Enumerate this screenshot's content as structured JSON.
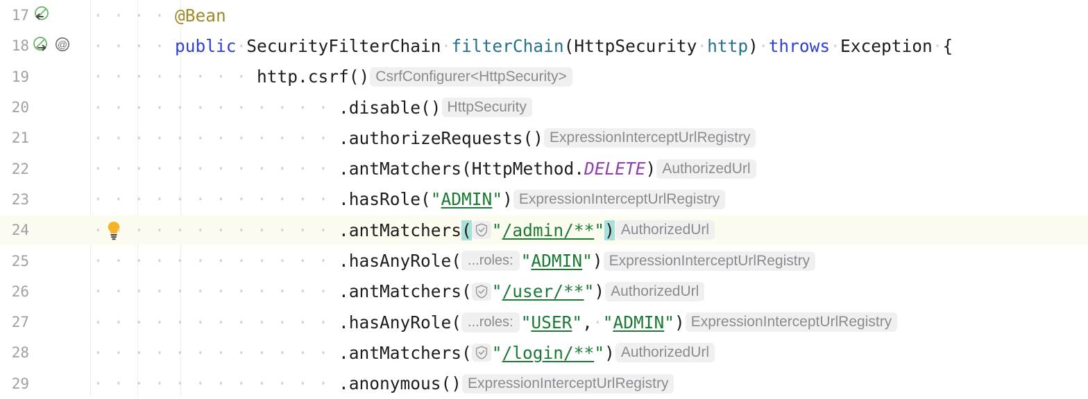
{
  "editor": {
    "colors": {
      "keyword": "#2d40d6",
      "annotation": "#9e8a28",
      "method": "#27708a",
      "string": "#1a7a33",
      "static_field": "#8f3fae",
      "inlay_text": "#8a8b8f",
      "inlay_bg": "#f0f0f1",
      "line_number": "#a0a0a4",
      "current_line_bg": "#fcfcf0",
      "matched_bracket_bg": "#a8e0da",
      "bulb": "#f5b426",
      "gutter_bean": "#4caf50"
    },
    "current_line": 24,
    "lines": [
      {
        "number": "17",
        "gutter_icons": [
          "bean-navigate-left-icon"
        ],
        "indent_dots": 4,
        "tokens": [
          {
            "t": "annotation",
            "v": "@Bean"
          }
        ]
      },
      {
        "number": "18",
        "gutter_icons": [
          "bean-navigate-right-icon",
          "annotation-at-icon"
        ],
        "indent_dots": 4,
        "tokens": [
          {
            "t": "keyword",
            "v": "public"
          },
          {
            "t": "ws",
            "v": "·"
          },
          {
            "t": "plain",
            "v": "SecurityFilterChain"
          },
          {
            "t": "ws",
            "v": "·"
          },
          {
            "t": "method",
            "v": "filterChain"
          },
          {
            "t": "plain",
            "v": "(HttpSecurity"
          },
          {
            "t": "ws",
            "v": "·"
          },
          {
            "t": "param",
            "v": "http"
          },
          {
            "t": "plain",
            "v": ")"
          },
          {
            "t": "ws",
            "v": "·"
          },
          {
            "t": "keyword",
            "v": "throws"
          },
          {
            "t": "ws",
            "v": "·"
          },
          {
            "t": "plain",
            "v": "Exception"
          },
          {
            "t": "ws",
            "v": "·"
          },
          {
            "t": "plain",
            "v": "{"
          }
        ]
      },
      {
        "number": "19",
        "gutter_icons": [],
        "indent_dots": 8,
        "tokens": [
          {
            "t": "plain",
            "v": "http.csrf()"
          },
          {
            "t": "hint",
            "v": "CsrfConfigurer<HttpSecurity>"
          }
        ]
      },
      {
        "number": "20",
        "gutter_icons": [],
        "indent_dots": 12,
        "tokens": [
          {
            "t": "plain",
            "v": ".disable()"
          },
          {
            "t": "hint",
            "v": "HttpSecurity"
          }
        ]
      },
      {
        "number": "21",
        "gutter_icons": [],
        "indent_dots": 12,
        "tokens": [
          {
            "t": "plain",
            "v": ".authorizeRequests()"
          },
          {
            "t": "hint",
            "v": "ExpressionInterceptUrlRegistry"
          }
        ]
      },
      {
        "number": "22",
        "gutter_icons": [],
        "indent_dots": 12,
        "tokens": [
          {
            "t": "plain",
            "v": ".antMatchers(HttpMethod."
          },
          {
            "t": "static_field",
            "v": "DELETE"
          },
          {
            "t": "plain",
            "v": ")"
          },
          {
            "t": "hint",
            "v": "AuthorizedUrl"
          }
        ]
      },
      {
        "number": "23",
        "gutter_icons": [],
        "indent_dots": 12,
        "tokens": [
          {
            "t": "plain",
            "v": ".hasRole("
          },
          {
            "t": "string_underlined",
            "v": "\"ADMIN\""
          },
          {
            "t": "plain",
            "v": ")"
          },
          {
            "t": "hint",
            "v": "ExpressionInterceptUrlRegistry"
          }
        ]
      },
      {
        "number": "24",
        "gutter_icons": [],
        "bulb": true,
        "indent_dots": 12,
        "tokens": [
          {
            "t": "plain",
            "v": ".antMatchers"
          },
          {
            "t": "matched_bracket",
            "v": "("
          },
          {
            "t": "shield",
            "v": "shield-check-icon"
          },
          {
            "t": "string_underlined",
            "v": "\"/admin/**\""
          },
          {
            "t": "matched_bracket",
            "v": ")"
          },
          {
            "t": "hint",
            "v": "AuthorizedUrl"
          }
        ]
      },
      {
        "number": "25",
        "gutter_icons": [],
        "indent_dots": 12,
        "tokens": [
          {
            "t": "plain",
            "v": ".hasAnyRole("
          },
          {
            "t": "param_hint",
            "v": "...roles:"
          },
          {
            "t": "string_underlined",
            "v": "\"ADMIN\""
          },
          {
            "t": "plain",
            "v": ")"
          },
          {
            "t": "hint",
            "v": "ExpressionInterceptUrlRegistry"
          }
        ]
      },
      {
        "number": "26",
        "gutter_icons": [],
        "indent_dots": 12,
        "tokens": [
          {
            "t": "plain",
            "v": ".antMatchers("
          },
          {
            "t": "shield",
            "v": "shield-check-icon"
          },
          {
            "t": "string_underlined",
            "v": "\"/user/**\""
          },
          {
            "t": "plain",
            "v": ")"
          },
          {
            "t": "hint",
            "v": "AuthorizedUrl"
          }
        ]
      },
      {
        "number": "27",
        "gutter_icons": [],
        "indent_dots": 12,
        "tokens": [
          {
            "t": "plain",
            "v": ".hasAnyRole("
          },
          {
            "t": "param_hint",
            "v": "...roles:"
          },
          {
            "t": "string_underlined",
            "v": "\"USER\""
          },
          {
            "t": "plain",
            "v": ","
          },
          {
            "t": "ws",
            "v": "·"
          },
          {
            "t": "string_underlined",
            "v": "\"ADMIN\""
          },
          {
            "t": "plain",
            "v": ")"
          },
          {
            "t": "hint",
            "v": "ExpressionInterceptUrlRegistry"
          }
        ]
      },
      {
        "number": "28",
        "gutter_icons": [],
        "indent_dots": 12,
        "tokens": [
          {
            "t": "plain",
            "v": ".antMatchers("
          },
          {
            "t": "shield",
            "v": "shield-check-icon"
          },
          {
            "t": "string_underlined",
            "v": "\"/login/**\""
          },
          {
            "t": "plain",
            "v": ")"
          },
          {
            "t": "hint",
            "v": "AuthorizedUrl"
          }
        ]
      },
      {
        "number": "29",
        "gutter_icons": [],
        "indent_dots": 12,
        "tokens": [
          {
            "t": "plain",
            "v": ".anonymous()"
          },
          {
            "t": "hint",
            "v": "ExpressionInterceptUrlRegistry"
          }
        ]
      }
    ]
  }
}
